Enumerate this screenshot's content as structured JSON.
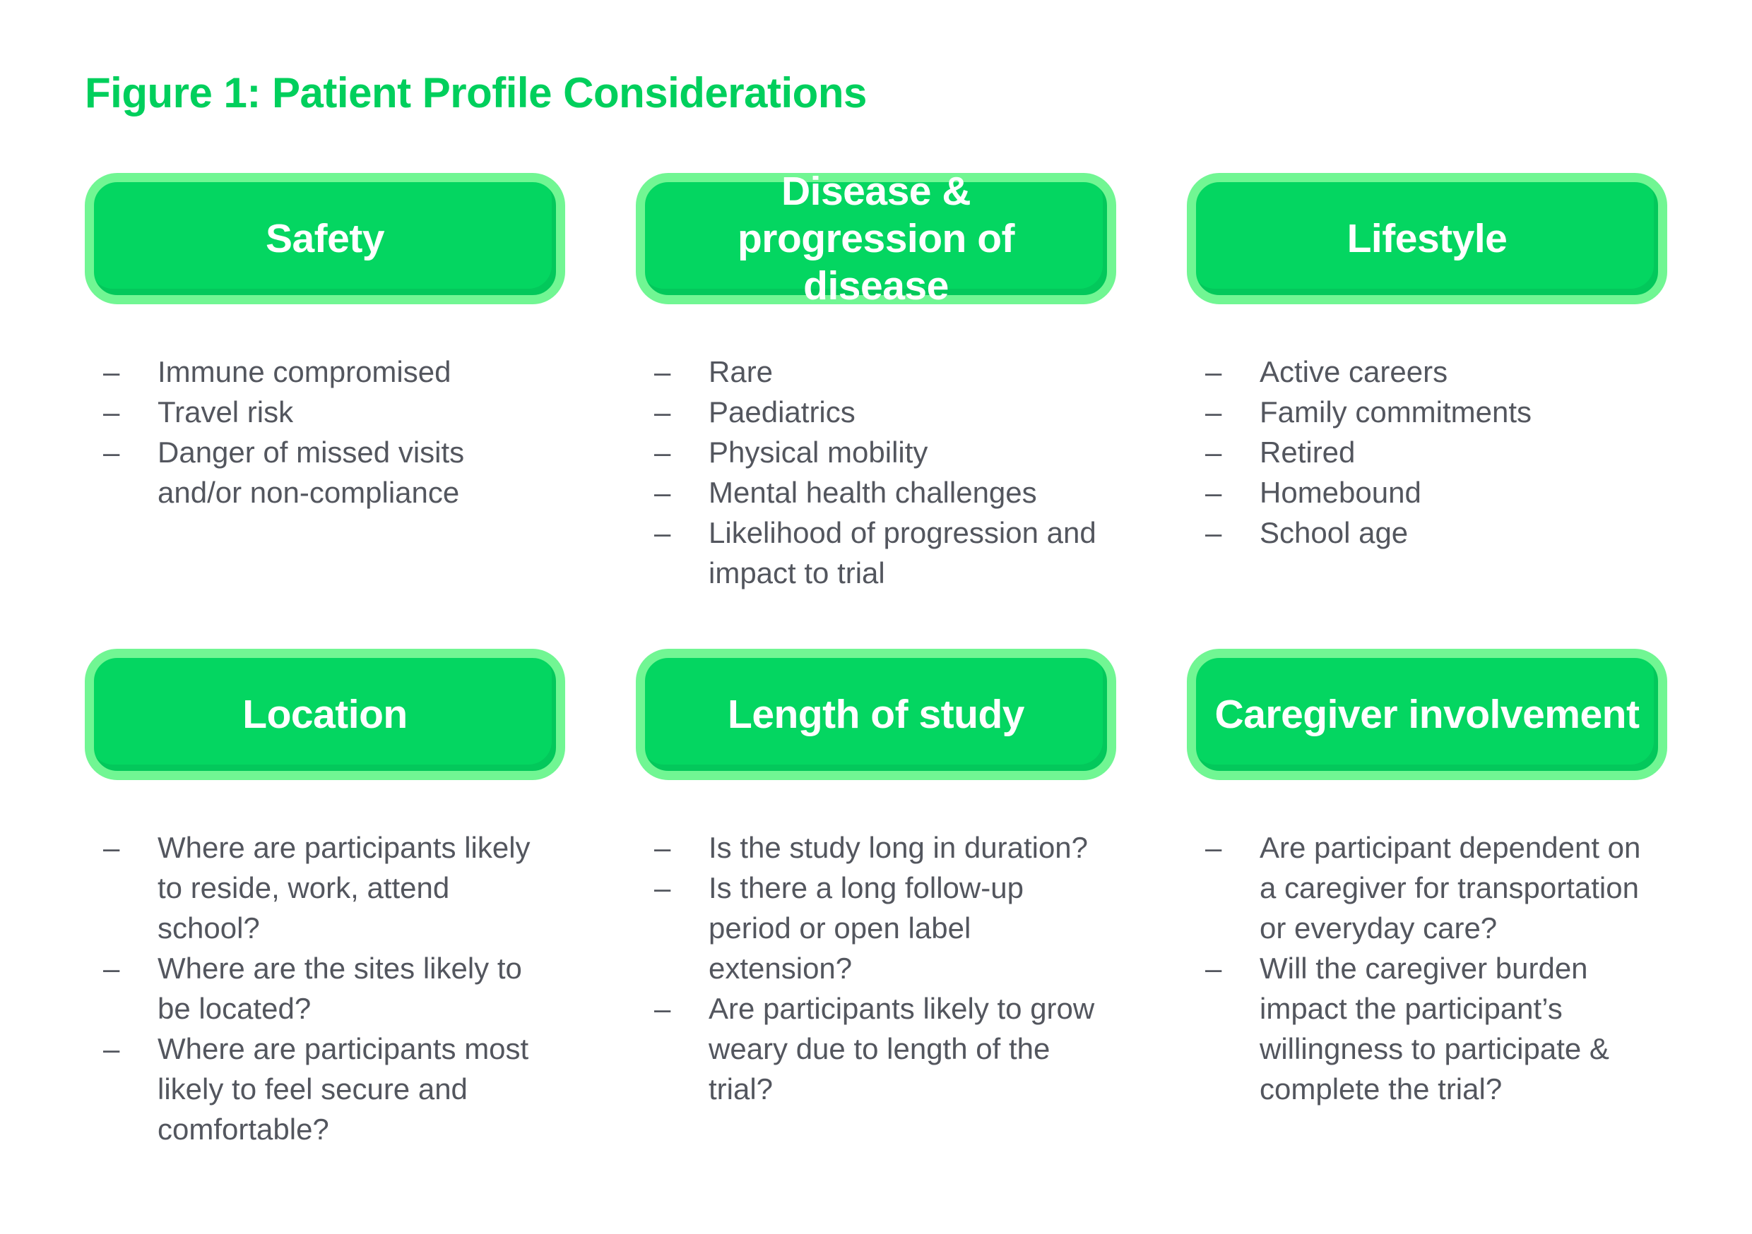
{
  "figure": {
    "title": "Figure 1: Patient Profile Considerations"
  },
  "bullet_glyph": "–",
  "colors": {
    "title_green": "#00cf5c",
    "box_fill_green": "#04d661",
    "box_border_green": "#71f693",
    "header_text": "#ffffff",
    "body_text": "#53565e",
    "background": "#ffffff"
  },
  "cards": [
    {
      "title": "Safety",
      "items": [
        "Immune compromised",
        "Travel risk",
        "Danger of missed visits and/or non-compliance"
      ]
    },
    {
      "title": "Disease & progression of disease",
      "items": [
        "Rare",
        "Paediatrics",
        "Physical mobility",
        "Mental health challenges",
        "Likelihood of progression and impact to trial"
      ]
    },
    {
      "title": "Lifestyle",
      "items": [
        "Active careers",
        "Family commitments",
        "Retired",
        "Homebound",
        "School age"
      ]
    },
    {
      "title": "Location",
      "items": [
        "Where are participants likely to reside, work, attend school?",
        "Where are the sites likely to be located?",
        "Where are participants most likely to feel secure and comfortable?"
      ]
    },
    {
      "title": "Length of study",
      "items": [
        "Is the study long in duration?",
        "Is there a long follow-up period or open label extension?",
        "Are participants likely to grow weary due to length of the trial?"
      ]
    },
    {
      "title": "Caregiver involvement",
      "items": [
        "Are participant dependent on a caregiver for transportation or everyday care?",
        "Will the caregiver burden impact the participant’s willingness to participate & complete the trial?"
      ]
    }
  ]
}
